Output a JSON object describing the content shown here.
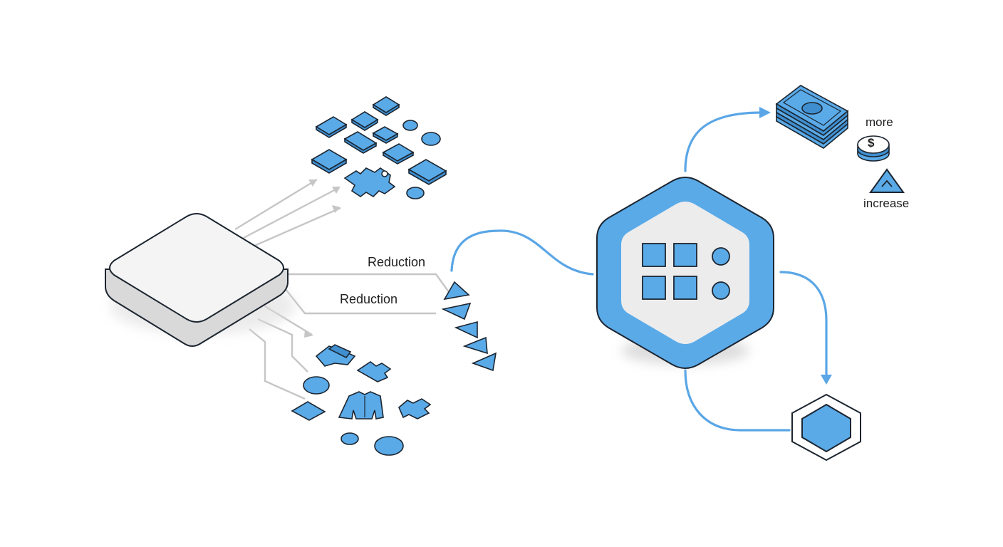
{
  "labels": {
    "reduction_top": "Reduction",
    "reduction_bottom": "Reduction",
    "more": "more",
    "increase": "increase",
    "coin_symbol": "$"
  },
  "colors": {
    "accent": "#5aa6e6",
    "accent_fill": "#5aaae8",
    "stroke": "#1c2530",
    "gray_line": "#c4c4c4",
    "platform": "#f3f3f3",
    "hex_inner": "#ececec"
  },
  "icons": [
    "platform-icon",
    "tile-fragment-icon",
    "puzzle-piece-icon",
    "triangle-shard-icon",
    "hexagon-hub-icon",
    "money-stack-icon",
    "coin-stack-icon",
    "up-triangle-icon",
    "small-hexagon-icon"
  ]
}
